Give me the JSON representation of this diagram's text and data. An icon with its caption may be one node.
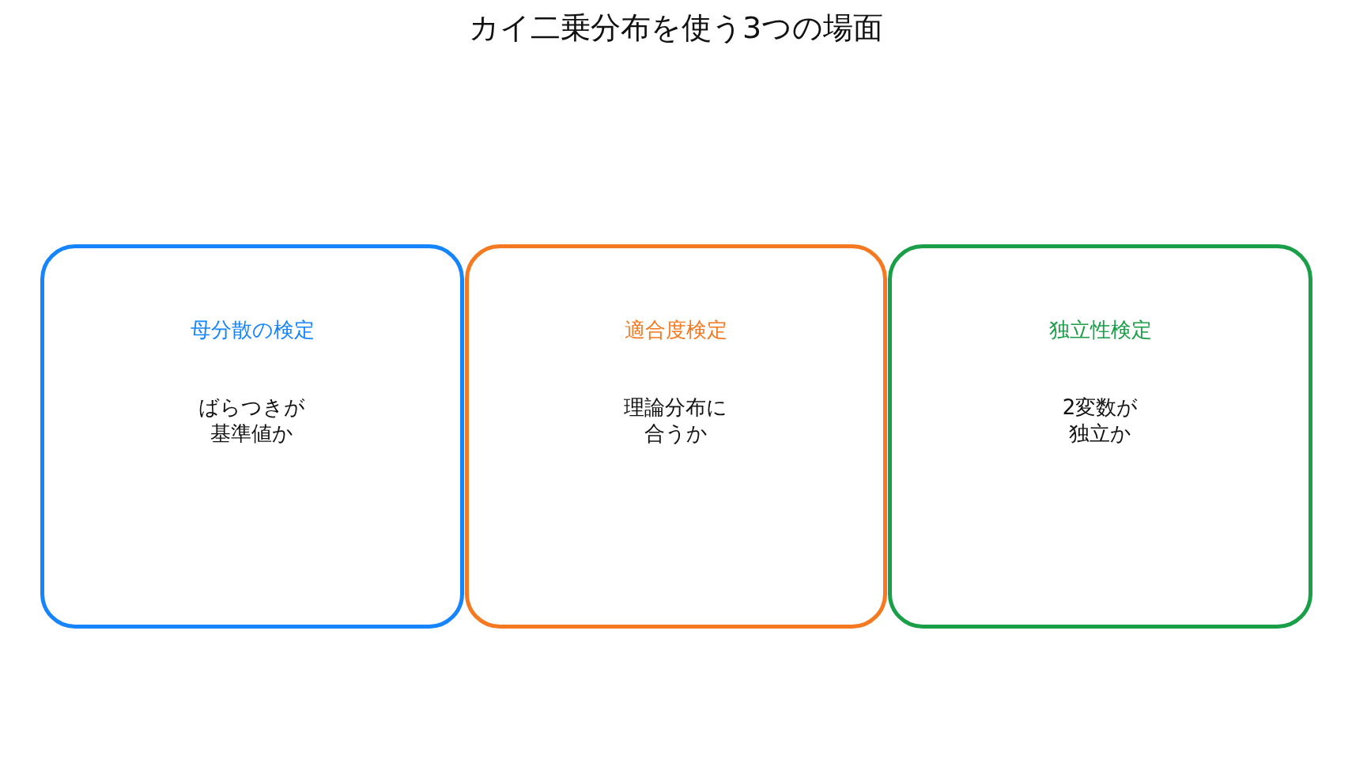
{
  "diagram": {
    "title": "カイ二乗分布を使う3つの場面",
    "nodes": [
      {
        "text": [
          "母分散の検定",
          "ばらつきが基準値か"
        ]
      },
      {
        "text": [
          "適合度検定",
          "理論分布に合うか"
        ]
      },
      {
        "text": [
          "独立性検定",
          "2変数が独立か"
        ]
      }
    ]
  }
}
